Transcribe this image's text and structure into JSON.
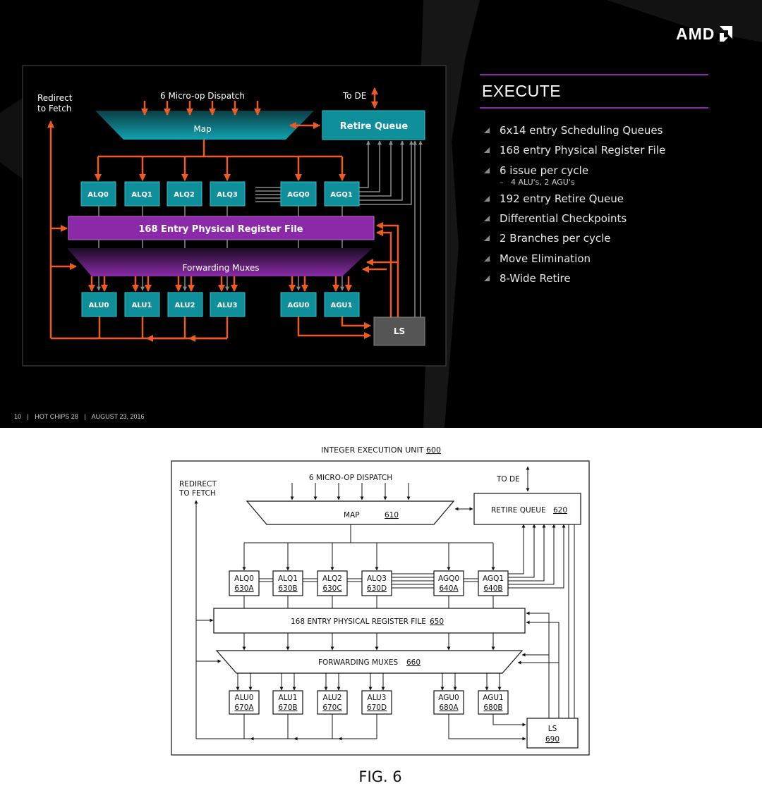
{
  "slide": {
    "logo": "AMD",
    "title": "EXECUTE",
    "footer": {
      "page": "10",
      "event": "HOT CHIPS 28",
      "date": "AUGUST 23, 2016",
      "separator": "|"
    },
    "bullets": [
      {
        "text": "6x14 entry Scheduling Queues"
      },
      {
        "text": "168 entry Physical Register File"
      },
      {
        "text": "6 issue per cycle"
      },
      {
        "text": "4 ALU's, 2 AGU's",
        "sub": true
      },
      {
        "text": "192 entry Retire Queue"
      },
      {
        "text": "Differential Checkpoints"
      },
      {
        "text": "2 Branches per cycle"
      },
      {
        "text": "Move Elimination"
      },
      {
        "text": "8-Wide Retire"
      }
    ],
    "diagram": {
      "redirect_line1": "Redirect",
      "redirect_line2": "to Fetch",
      "dispatch": "6 Micro-op Dispatch",
      "to_de": "To DE",
      "map": "Map",
      "retire_queue": "Retire Queue",
      "alq": [
        "ALQ0",
        "ALQ1",
        "ALQ2",
        "ALQ3"
      ],
      "agq": [
        "AGQ0",
        "AGQ1"
      ],
      "register_file": "168 Entry Physical Register File",
      "forwarding": "Forwarding Muxes",
      "alu": [
        "ALU0",
        "ALU1",
        "ALU2",
        "ALU3"
      ],
      "agu": [
        "AGU0",
        "AGU1"
      ],
      "ls": "LS"
    },
    "colors": {
      "teal": "#0e8f9a",
      "purple": "#8b2aa8",
      "orange": "#ee5a24"
    }
  },
  "patent": {
    "caption_title": "INTEGER EXECUTION UNIT",
    "caption_ref": "600",
    "redirect_line1": "REDIRECT",
    "redirect_line2": "TO FETCH",
    "dispatch": "6 MICRO-OP DISPATCH",
    "to_de": "TO DE",
    "map": "MAP",
    "map_ref": "610",
    "retire_queue": "RETIRE QUEUE",
    "retire_ref": "620",
    "queues": [
      {
        "name": "ALQ0",
        "ref": "630A"
      },
      {
        "name": "ALQ1",
        "ref": "630B"
      },
      {
        "name": "ALQ2",
        "ref": "630C"
      },
      {
        "name": "ALQ3",
        "ref": "630D"
      },
      {
        "name": "AGQ0",
        "ref": "640A"
      },
      {
        "name": "AGQ1",
        "ref": "640B"
      }
    ],
    "register_file": "168 ENTRY PHYSICAL REGISTER FILE",
    "register_ref": "650",
    "forwarding": "FORWARDING MUXES",
    "forwarding_ref": "660",
    "units": [
      {
        "name": "ALU0",
        "ref": "670A"
      },
      {
        "name": "ALU1",
        "ref": "670B"
      },
      {
        "name": "ALU2",
        "ref": "670C"
      },
      {
        "name": "ALU3",
        "ref": "670D"
      },
      {
        "name": "AGU0",
        "ref": "680A"
      },
      {
        "name": "AGU1",
        "ref": "680B"
      }
    ],
    "ls": "LS",
    "ls_ref": "690",
    "fig": "FIG. 6"
  }
}
